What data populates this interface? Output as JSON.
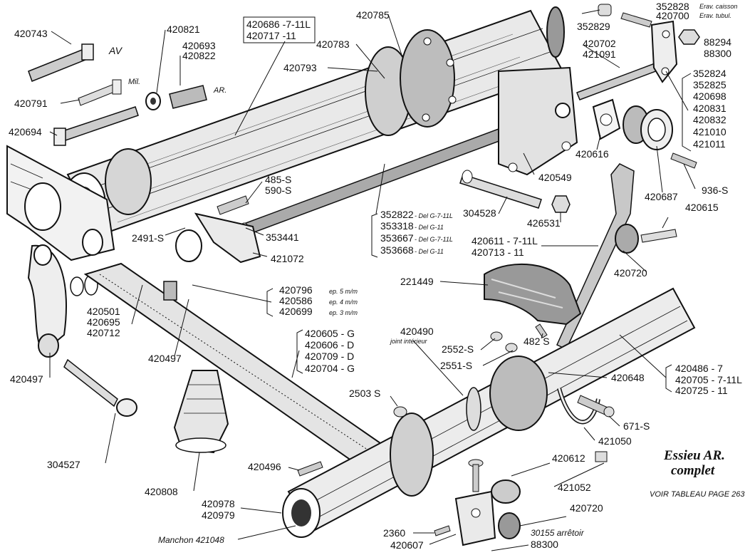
{
  "title": {
    "line1": "Essieu AR.",
    "line2": "complet",
    "note": "VOIR TABLEAU PAGE 263"
  },
  "labels": {
    "p420743": "420743",
    "av": "AV",
    "p420821": "420821",
    "p420693": "420693",
    "p420822": "420822",
    "mil": "Mil.",
    "ar": "AR.",
    "p420791": "420791",
    "p420694": "420694",
    "box1": "420686 -7-11L",
    "box2": "420717 -11",
    "p420785": "420785",
    "p420783": "420783",
    "p420793": "420793",
    "p352828": "352828",
    "erav_caisson": "Erav. caisson",
    "p420700": "420700",
    "erav_tubul": "Erav. tubul.",
    "p352829": "352829",
    "p88294": "88294",
    "p88300a": "88300",
    "p420702": "420702",
    "p421091": "421091",
    "g1": "352824",
    "g2": "352825",
    "g3": "420698",
    "g4": "420831",
    "g5": "420832",
    "g6": "421010",
    "g7": "421011",
    "p420616": "420616",
    "p420549": "420549",
    "p420687": "420687",
    "p936s": "936-S",
    "p485s": "485-S",
    "p590s": "590-S",
    "p2491s": "2491-S",
    "p353441": "353441",
    "p421072": "421072",
    "p426531": "426531",
    "p304528": "304528",
    "r1": "352822",
    "r1n": "- Del G-7-11L",
    "r2": "353318",
    "r2n": "- Del G-11",
    "r3": "353667",
    "r3n": "- Del G-7-11L",
    "r4": "353668",
    "r4n": "- Del G-11",
    "p420611": "420611 - 7-11L",
    "p420713": "420713 - 11",
    "p420615": "420615",
    "p420720a": "420720",
    "p221449": "221449",
    "w1": "420796",
    "w1n": "ep. 5 m/m",
    "w2": "420586",
    "w2n": "ep. 4 m/m",
    "w3": "420699",
    "w3n": "ep. 3 m/m",
    "p420501": "420501",
    "p420695": "420695",
    "p420712": "420712",
    "p420497a": "420497",
    "p420497b": "420497",
    "s1": "420605 - G",
    "s2": "420606 - D",
    "s3": "420709 - D",
    "s4": "420704 - G",
    "p420490": "420490",
    "joint": "joint intérieur",
    "p2552s": "2552-S",
    "p482s": "482 S",
    "p2551s": "2551-S",
    "p420648": "420648",
    "t1": "420486 - 7",
    "t2": "420705 - 7-11L",
    "t3": "420725 - 11",
    "p2503s": "2503 S",
    "p671s": "671-S",
    "p421050": "421050",
    "p304527": "304527",
    "p420496": "420496",
    "p420612": "420612",
    "p421052": "421052",
    "p420808": "420808",
    "p420978": "420978",
    "p420979": "420979",
    "manchon": "Manchon 421048",
    "p2360": "2360",
    "p420607": "420607",
    "p420720b": "420720",
    "arretoir": "30155 arrêtoir",
    "p88300b": "88300"
  }
}
